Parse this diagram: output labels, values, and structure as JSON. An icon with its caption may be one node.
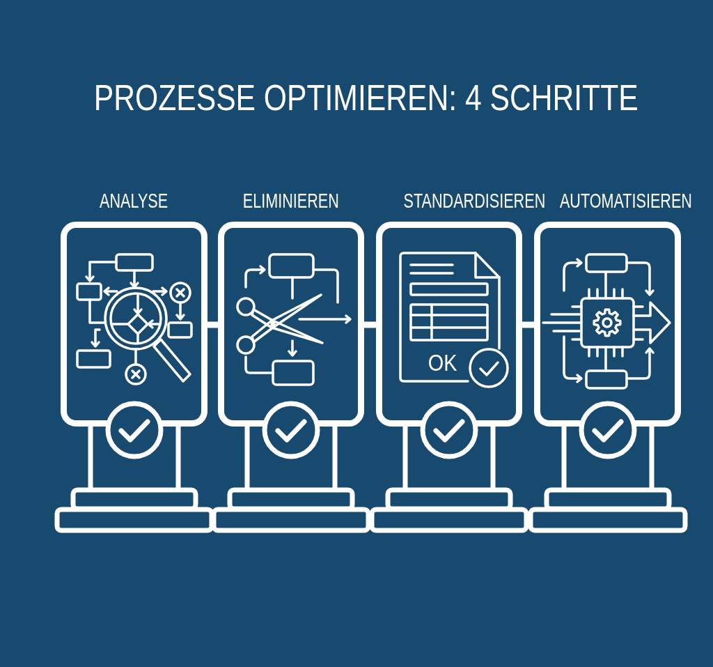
{
  "diagram": {
    "title": "PROZESSE OPTIMIEREN: 4 SCHRITTE",
    "nodes": [
      {
        "text": [
          "ANALYSE"
        ]
      },
      {
        "text": [
          "ELIMINIEREN"
        ]
      },
      {
        "text": [
          "STANDARDISIEREN",
          "OK"
        ]
      },
      {
        "text": [
          "AUTOMATISIEREN"
        ]
      }
    ],
    "edges": [
      {
        "from": 0,
        "to": 1,
        "arrow": "none"
      },
      {
        "from": 1,
        "to": 2,
        "arrow": "none"
      },
      {
        "from": 2,
        "to": 3,
        "arrow": "none"
      }
    ]
  }
}
